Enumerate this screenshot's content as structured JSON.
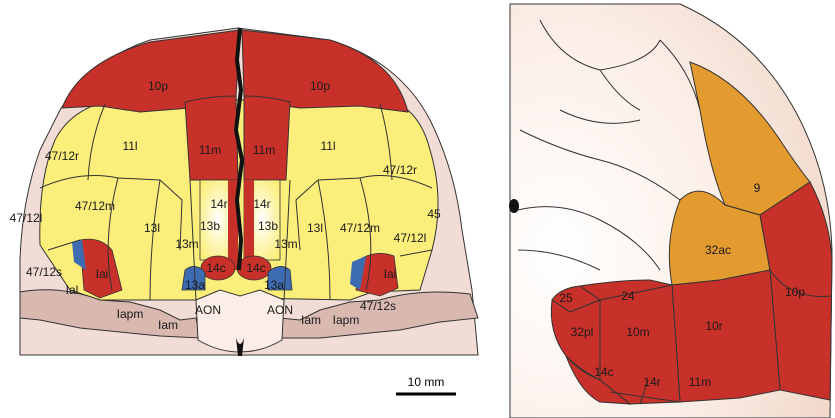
{
  "colors": {
    "red": "#c8302a",
    "red_light": "#e9a0a0",
    "yellow": "#fbee7a",
    "yellow_light": "#fdf6c2",
    "orange": "#e39a2e",
    "blue": "#3e6cb3",
    "pink_tissue": "#f2dcd6",
    "mauve_tissue": "#d9b8b0",
    "cream": "#fbeee6"
  },
  "ventral_view": {
    "labels": {
      "10p_left": "10p",
      "10p_right": "10p",
      "11l_left": "11l",
      "11l_right": "11l",
      "11m_left": "11m",
      "11m_right": "11m",
      "47_12r_left": "47/12r",
      "47_12r_right": "47/12r",
      "47_12m_left": "47/12m",
      "47_12m_right": "47/12m",
      "47_12l_left": "47/12l",
      "47_12l_right": "47/12l",
      "47_12s_left": "47/12s",
      "47_12s_right": "47/12s",
      "13l_left": "13l",
      "13l_right": "13l",
      "13m_left": "13m",
      "13m_right": "13m",
      "13b_left": "13b",
      "13b_right": "13b",
      "13a_left": "13a",
      "13a_right": "13a",
      "14r_left": "14r",
      "14r_right": "14r",
      "14c_left": "14c",
      "14c_right": "14c",
      "iai_left": "Iai",
      "iai_right": "Iai",
      "ial_left": "Ial",
      "iapm_left": "Iapm",
      "iapm_right": "Iapm",
      "iam_left": "Iam",
      "iam_right": "Iam",
      "aon_left": "AON",
      "aon_right": "AON",
      "area45": "45"
    },
    "scale_bar": "10 mm"
  },
  "medial_view": {
    "labels": {
      "area9": "9",
      "32ac": "32ac",
      "10p": "10p",
      "10r": "10r",
      "10m": "10m",
      "25": "25",
      "24": "24",
      "32pl": "32pl",
      "14c": "14c",
      "14r": "14r",
      "11m": "11m"
    }
  }
}
